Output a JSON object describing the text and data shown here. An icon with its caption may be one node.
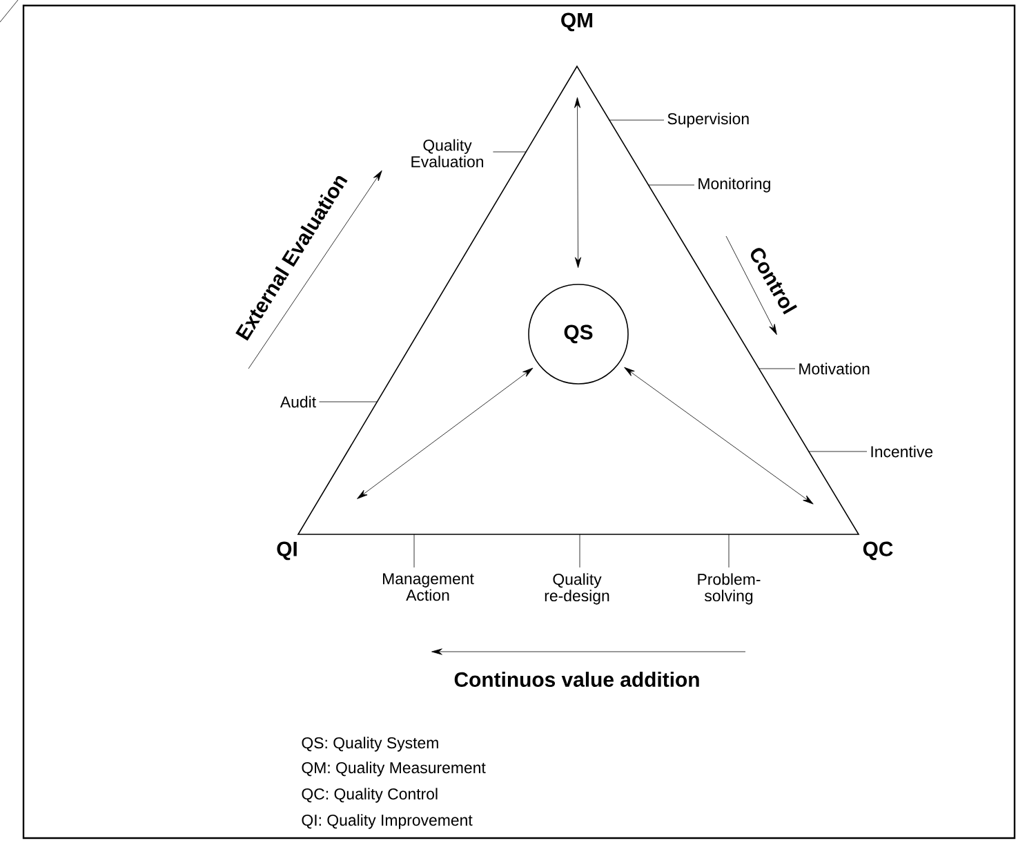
{
  "diagram": {
    "nodes": [
      {
        "text": [
          "QM"
        ]
      },
      {
        "text": [
          "Quality Evaluation"
        ]
      },
      {
        "text": [
          "Supervision"
        ]
      },
      {
        "text": [
          "Monitoring"
        ]
      },
      {
        "text": [
          "QS"
        ]
      },
      {
        "text": [
          "Audit"
        ]
      },
      {
        "text": [
          "Motivation"
        ]
      },
      {
        "text": [
          "Incentive"
        ]
      },
      {
        "text": [
          "QI"
        ]
      },
      {
        "text": [
          "QC"
        ]
      },
      {
        "text": [
          "Management Action"
        ]
      },
      {
        "text": [
          "Quality re-design"
        ]
      },
      {
        "text": [
          "Problem-solving"
        ]
      }
    ],
    "edges": [
      {
        "from": 0,
        "to": 4,
        "arrow": "both"
      },
      {
        "from": 4,
        "to": 8,
        "arrow": "both"
      },
      {
        "from": 4,
        "to": 9,
        "arrow": "both"
      },
      {
        "from": 1,
        "to": null,
        "arrow": "none"
      },
      {
        "from": 2,
        "to": null,
        "arrow": "none"
      },
      {
        "from": 3,
        "to": null,
        "arrow": "none"
      },
      {
        "from": 5,
        "to": null,
        "arrow": "none"
      },
      {
        "from": 6,
        "to": null,
        "arrow": "none"
      },
      {
        "from": 7,
        "to": null,
        "arrow": "none"
      },
      {
        "from": 10,
        "to": null,
        "arrow": "none"
      },
      {
        "from": 11,
        "to": null,
        "arrow": "none"
      },
      {
        "from": 12,
        "to": null,
        "arrow": "none"
      }
    ],
    "labels": [
      "External Evaluation",
      "Control",
      "Continuos value addition",
      "QS: Quality System",
      "QM: Quality Measurement",
      "QC: Quality Control",
      "QI: Quality Improvement"
    ]
  }
}
